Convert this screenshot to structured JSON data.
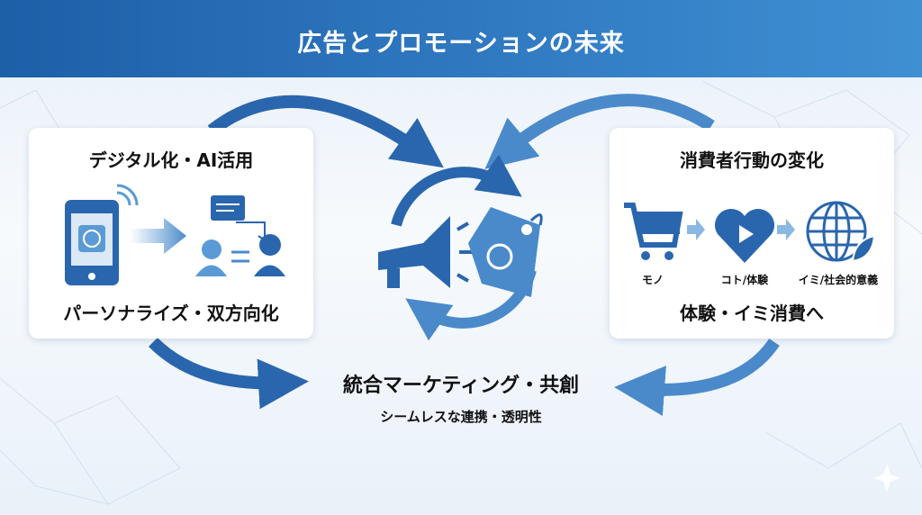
{
  "title": "広告とプロモーションの未来",
  "left_card": {
    "heading": "デジタル化・AI活用",
    "footer": "パーソナライズ・双方向化"
  },
  "right_card": {
    "heading": "消費者行動の変化",
    "steps": [
      "モノ",
      "コト/体験",
      "イミ/社会的意義"
    ],
    "footer": "体験・イミ消費へ"
  },
  "center": {
    "title": "統合マーケティング・共創",
    "subtitle": "シームレスな連携・透明性"
  },
  "colors": {
    "primary": "#2a66ad",
    "light": "#5b9bd5",
    "title_bar": "#1d5fa8"
  }
}
